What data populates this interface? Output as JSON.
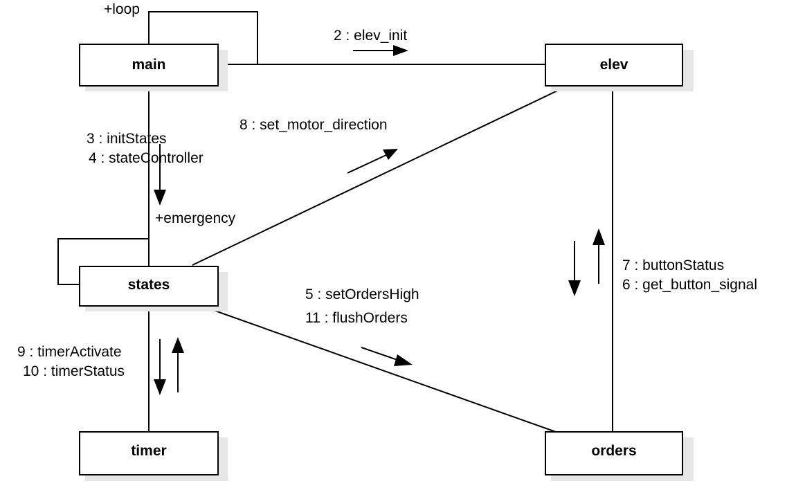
{
  "nodes": {
    "main": "main",
    "elev": "elev",
    "states": "states",
    "timer": "timer",
    "orders": "orders"
  },
  "self_loops": {
    "loop": "+loop",
    "emergency": "+emergency"
  },
  "messages": {
    "elev_init": "2 : elev_init",
    "init_states": "3 : initStates",
    "state_controller": "4 : stateController",
    "set_motor_direction": "8 : set_motor_direction",
    "button_status": "7 : buttonStatus",
    "get_button_signal": "6 : get_button_signal",
    "set_orders_high": "5 : setOrdersHigh",
    "flush_orders": "11 : flushOrders",
    "timer_activate": "9 : timerActivate",
    "timer_status": "10 : timerStatus"
  }
}
